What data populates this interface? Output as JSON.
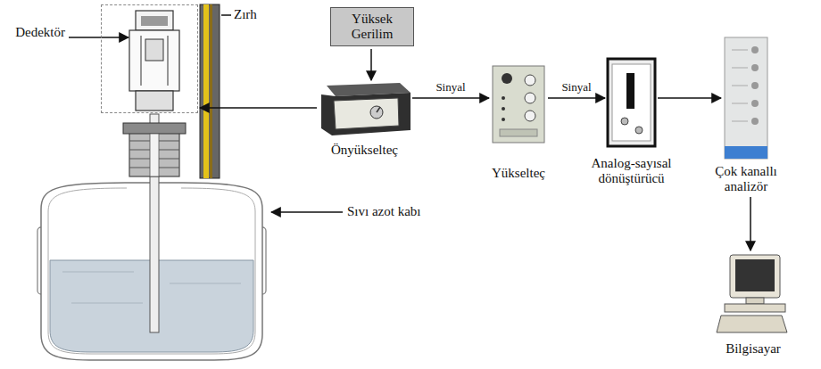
{
  "diagram": {
    "nodes": [
      {
        "text": [
          "Dedektör"
        ]
      },
      {
        "text": [
          "Yüksek Gerilim"
        ]
      },
      {
        "text": [
          "Önyükselteç"
        ]
      },
      {
        "text": [
          "Yükselteç"
        ]
      },
      {
        "text": [
          "Analog-sayısal dönüştürücü"
        ]
      },
      {
        "text": [
          "Çok kanallı analizör"
        ]
      },
      {
        "text": [
          "Bilgisayar"
        ]
      }
    ],
    "edges": [
      {
        "from": 1,
        "to": 2,
        "arrow": "to"
      },
      {
        "from": 2,
        "to": 0,
        "arrow": "to"
      },
      {
        "from": 2,
        "to": 3,
        "label": "Sinyal",
        "arrow": "to"
      },
      {
        "from": 3,
        "to": 4,
        "label": "Sinyal",
        "arrow": "to"
      },
      {
        "from": 4,
        "to": 5,
        "arrow": "to"
      },
      {
        "from": 5,
        "to": 6,
        "arrow": "to"
      }
    ],
    "labels": [
      "Zırh",
      "Sıvı azot kabı"
    ]
  }
}
